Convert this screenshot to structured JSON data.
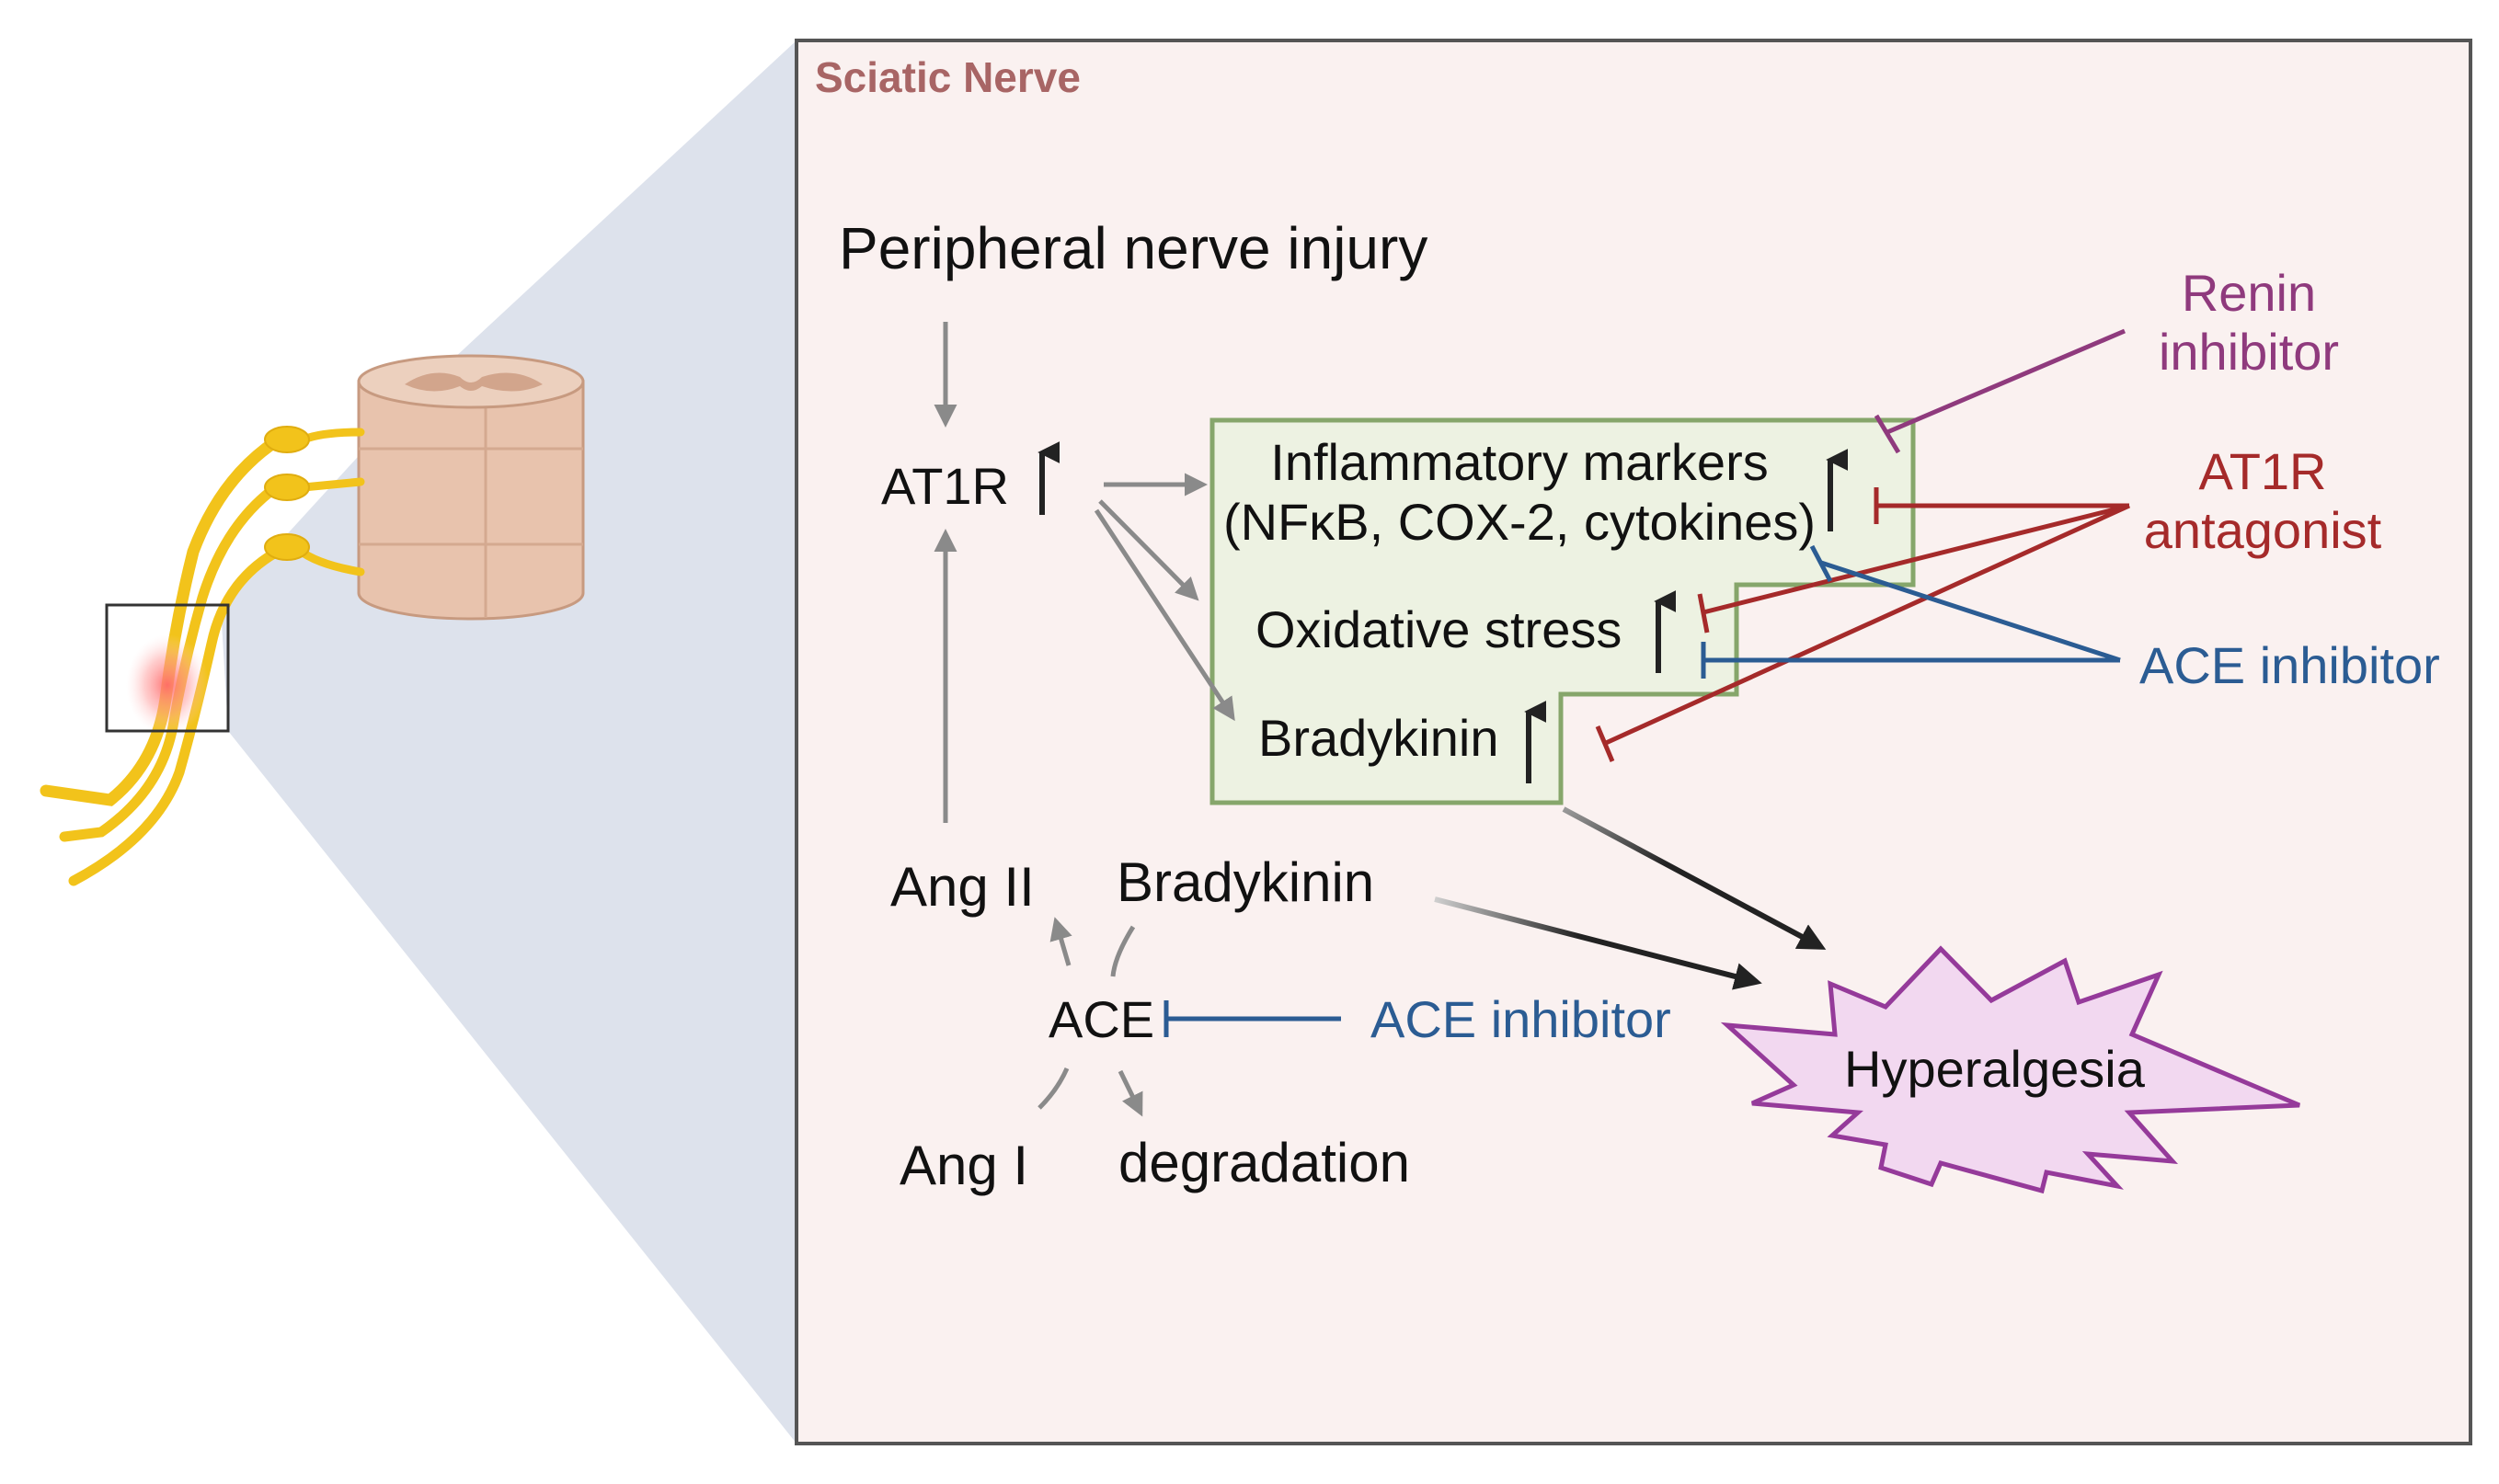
{
  "panel": {
    "title": "Sciatic Nerve"
  },
  "nodes": {
    "injury": "Peripheral nerve injury",
    "at1r": "AT1R",
    "ang2": "Ang II",
    "ang1": "Ang I",
    "ace": "ACE",
    "bradykinin_source": "Bradykinin",
    "degradation": "degradation",
    "hyperalgesia": "Hyperalgesia"
  },
  "effects_box": {
    "inflammatory_line1": "Inflammatory markers",
    "inflammatory_line2": "(NFκB, COX-2, cytokines)",
    "oxidative": "Oxidative stress",
    "bradykinin": "Bradykinin"
  },
  "drugs": {
    "renin_line1": "Renin",
    "renin_line2": "inhibitor",
    "at1r_antagonist_line1": "AT1R",
    "at1r_antagonist_line2": "antagonist",
    "ace_inhibitor_right": "ACE inhibitor",
    "ace_inhibitor_bottom": "ACE inhibitor"
  },
  "colors": {
    "panel_bg": "#faf1f0",
    "panel_border": "#555555",
    "panel_title": "#a86565",
    "zoom_cone": "#dde2ec",
    "effects_box_fill": "#edf2e2",
    "effects_box_border": "#86a66b",
    "gray_arrow": "#8a8a8a",
    "renin": "#8f3a7d",
    "at1r_antagonist": "#a52a2a",
    "ace_inhibitor": "#2b5c93",
    "hyperalgesia_fill": "#f2d8f0",
    "hyperalgesia_border": "#953a9a",
    "nerve": "#f2c31b",
    "spinal_cord": "#e8c3ad"
  }
}
